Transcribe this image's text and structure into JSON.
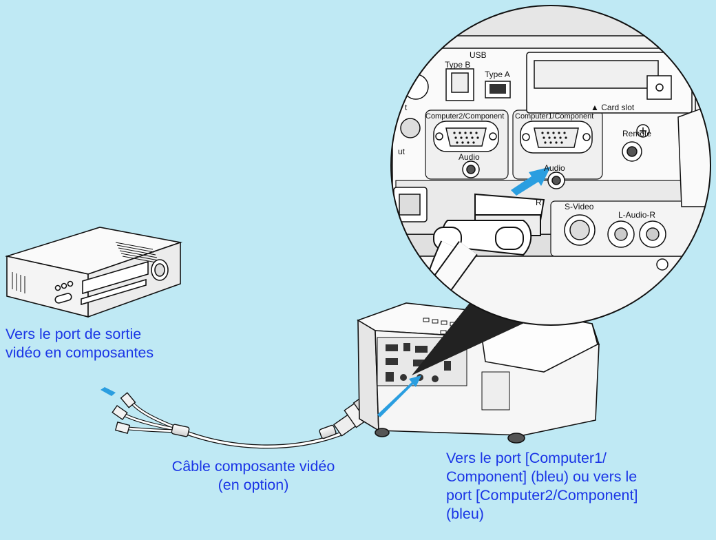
{
  "captions": {
    "vcr_port": "Vers le port de sortie\nvidéo en composantes",
    "cable": "Câble composante vidéo\n(en option)",
    "projector_port": "Vers le port [Computer1/\nComponent] (bleu) ou vers le\nport [Computer2/Component]\n(bleu)"
  },
  "panel_labels": {
    "usb": "USB",
    "type_b": "Type B",
    "type_a": "Type A",
    "card_slot": "▲ Card slot",
    "computer2": "Computer2/Component",
    "computer1": "Computer1/Component",
    "audio_left": "Audio",
    "audio_right": "Audio",
    "remote": "Remote",
    "s_video": "S-Video",
    "l_audio_r": "L-Audio-R",
    "partial_r": "R",
    "partial_t": "t",
    "partial_ut": "ut"
  },
  "colors": {
    "background": "#bfe9f4",
    "caption_text": "#1a35e6",
    "arrow": "#2a9ee0",
    "panel": "#f2f2f2",
    "outline": "#111111"
  }
}
